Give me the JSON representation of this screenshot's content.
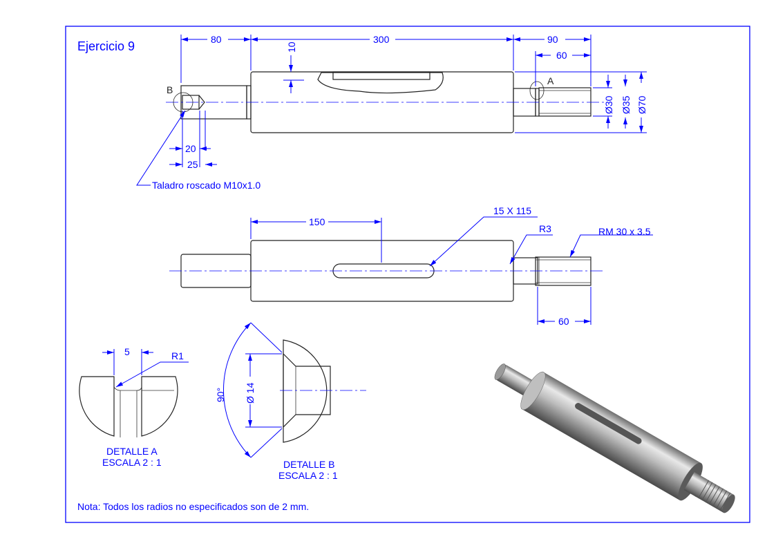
{
  "title": "Ejercicio 9",
  "colors": {
    "annotation": "#0000ff",
    "geometry": "#222222",
    "frame": "#0000ff"
  },
  "front_view": {
    "dims": {
      "left_length": "80",
      "body_length": "300",
      "right_length": "90",
      "thread_length": "60",
      "slot_depth": "10",
      "hole_depth_20": "20",
      "hole_depth_25": "25",
      "dia_30": "Ø30",
      "dia_35": "Ø35",
      "dia_70": "Ø70"
    },
    "detail_label_a": "A",
    "detail_label_b": "B",
    "note_hole": "Taladro roscado M10x1.0"
  },
  "top_view": {
    "dims": {
      "slot_position": "150",
      "slot_size": "15 X 115",
      "radius": "R3",
      "thread": "RM 30 x 3.5",
      "thread_length": "60"
    }
  },
  "detail_a": {
    "width": "5",
    "radius": "R1",
    "label": "DETALLE A",
    "scale": "ESCALA 2 : 1"
  },
  "detail_b": {
    "angle": "90°",
    "diameter": "Ø 14",
    "label": "DETALLE B",
    "scale": "ESCALA 2 : 1"
  },
  "note": "Nota: Todos los radios no especificados son de 2 mm."
}
